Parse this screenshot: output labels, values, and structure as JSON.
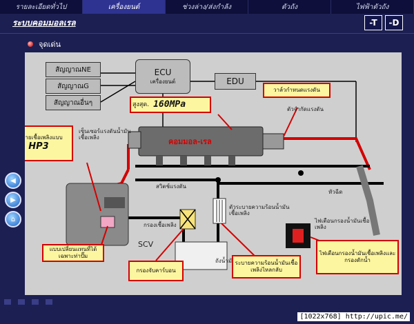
{
  "nav": {
    "tabs": [
      {
        "label": "รายละเอียดทั่วไป"
      },
      {
        "label": "เครื่องยนต์"
      },
      {
        "label": "ช่วงล่าง/ส่งกำลัง"
      },
      {
        "label": "ตัวถัง"
      },
      {
        "label": "ไฟฟ้าตัวถัง"
      }
    ],
    "active_index": 1
  },
  "page": {
    "title": "ระบบคอมมอลเรล",
    "btn_t": "-T",
    "btn_d": "-D",
    "section": "จุดเด่น"
  },
  "diagram": {
    "sensor_ne": "สัญญาณNE",
    "sensor_g": "สัญญาณG",
    "sensor_other": "สัญญาณอื่นๆ",
    "ecu_label": "ECU",
    "ecu_sub": "เครื่องยนต์",
    "edu_label": "EDU",
    "pressure_label": "สูงสุด.",
    "pressure_value": "160MPa",
    "rail_label": "คอมมอล-เรล",
    "pressure_sensor": "เซ็นเซอร์แรงดันน้ำมันเชื้อเพลิง",
    "pressure_limiter": "ตัวจำกัดแรงดัน",
    "injector_label": "หัวฉีด",
    "check_valve": "สวิตช์แรงดัน",
    "fuel_cooler": "ตัวระบายความร้อนน้ำมันเชื้อเพลิง",
    "fuel_filter": "กรองเชื้อเพลิง",
    "scv": "SCV",
    "fuel_tank": "ถังน้ำมัน",
    "warning_light": "ไฟเตือนกรองน้ำมันเชื้อเพลิง",
    "callout_pump": "ปั๊มจ่ายเชื้อเพลิงแบบ",
    "callout_pump_model": "HP3",
    "callout_injector": "วาล์วกำหนดแรงดัน",
    "callout_valve": "แบบเปลี่ยนแทนที่ได้เฉพาะท่าปั๊ม",
    "callout_filter": "กรองจับคาร์บอน",
    "callout_cooler": "ระบายความร้อนน้ำมันเชื้อเพลิงไหลกลับ",
    "callout_warning": "ไฟเตือนกรองน้ำมันเชื้อเพลิงและกรองดักน้ำ"
  },
  "footer": {
    "resolution": "[1022x768]",
    "url": "http://upic.me/"
  },
  "colors": {
    "background": "#1c1f52",
    "panel": "#cfcfcf",
    "accent_red": "#d40000",
    "callout_fill": "#fdf6a0"
  }
}
